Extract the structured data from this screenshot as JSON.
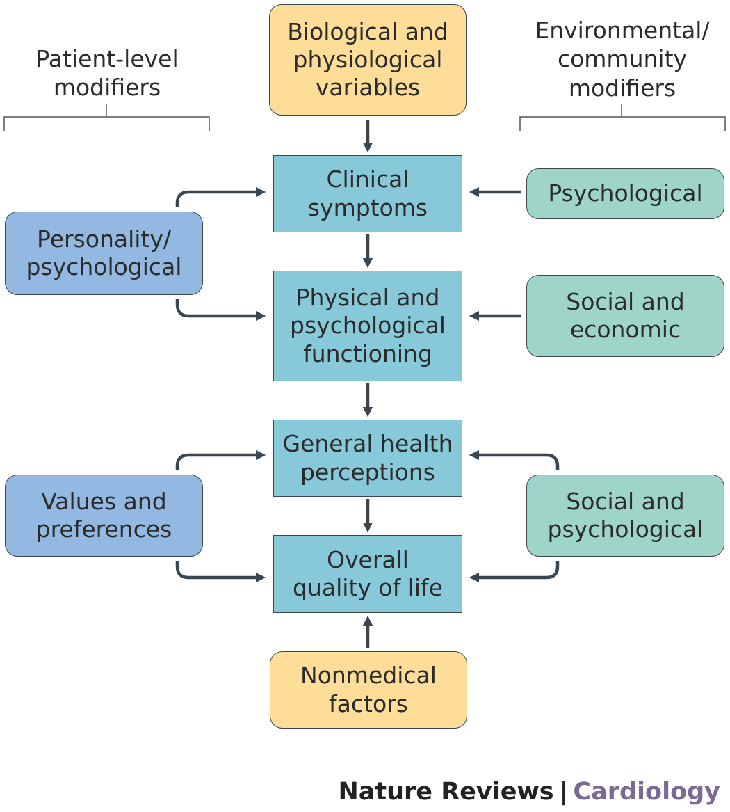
{
  "headers": {
    "patient": "Patient-level\nmodifiers",
    "environmental": "Environmental/\ncommunity\nmodifiers"
  },
  "boxes": {
    "biological": "Biological and\nphysiological\nvariables",
    "clinical_symptoms": "Clinical\nsymptoms",
    "functioning": "Physical and\npsychological\nfunctioning",
    "health_perceptions": "General health\nperceptions",
    "quality_of_life": "Overall\nquality of life",
    "nonmedical": "Nonmedical\nfactors",
    "personality": "Personality/\npsychological",
    "values": "Values and\npreferences",
    "env_psychological": "Psychological",
    "social_economic": "Social and\neconomic",
    "social_psychological": "Social and\npsychological"
  },
  "footer": {
    "publisher": "Nature Reviews",
    "separator": "|",
    "journal": "Cardiology"
  },
  "colors": {
    "yellow": "#fedd98",
    "central": "#88c9d9",
    "patient_blue": "#93b9e2",
    "environment_green": "#9fd5c9",
    "arrow": "#3a4650",
    "journal": "#7b6a93"
  }
}
